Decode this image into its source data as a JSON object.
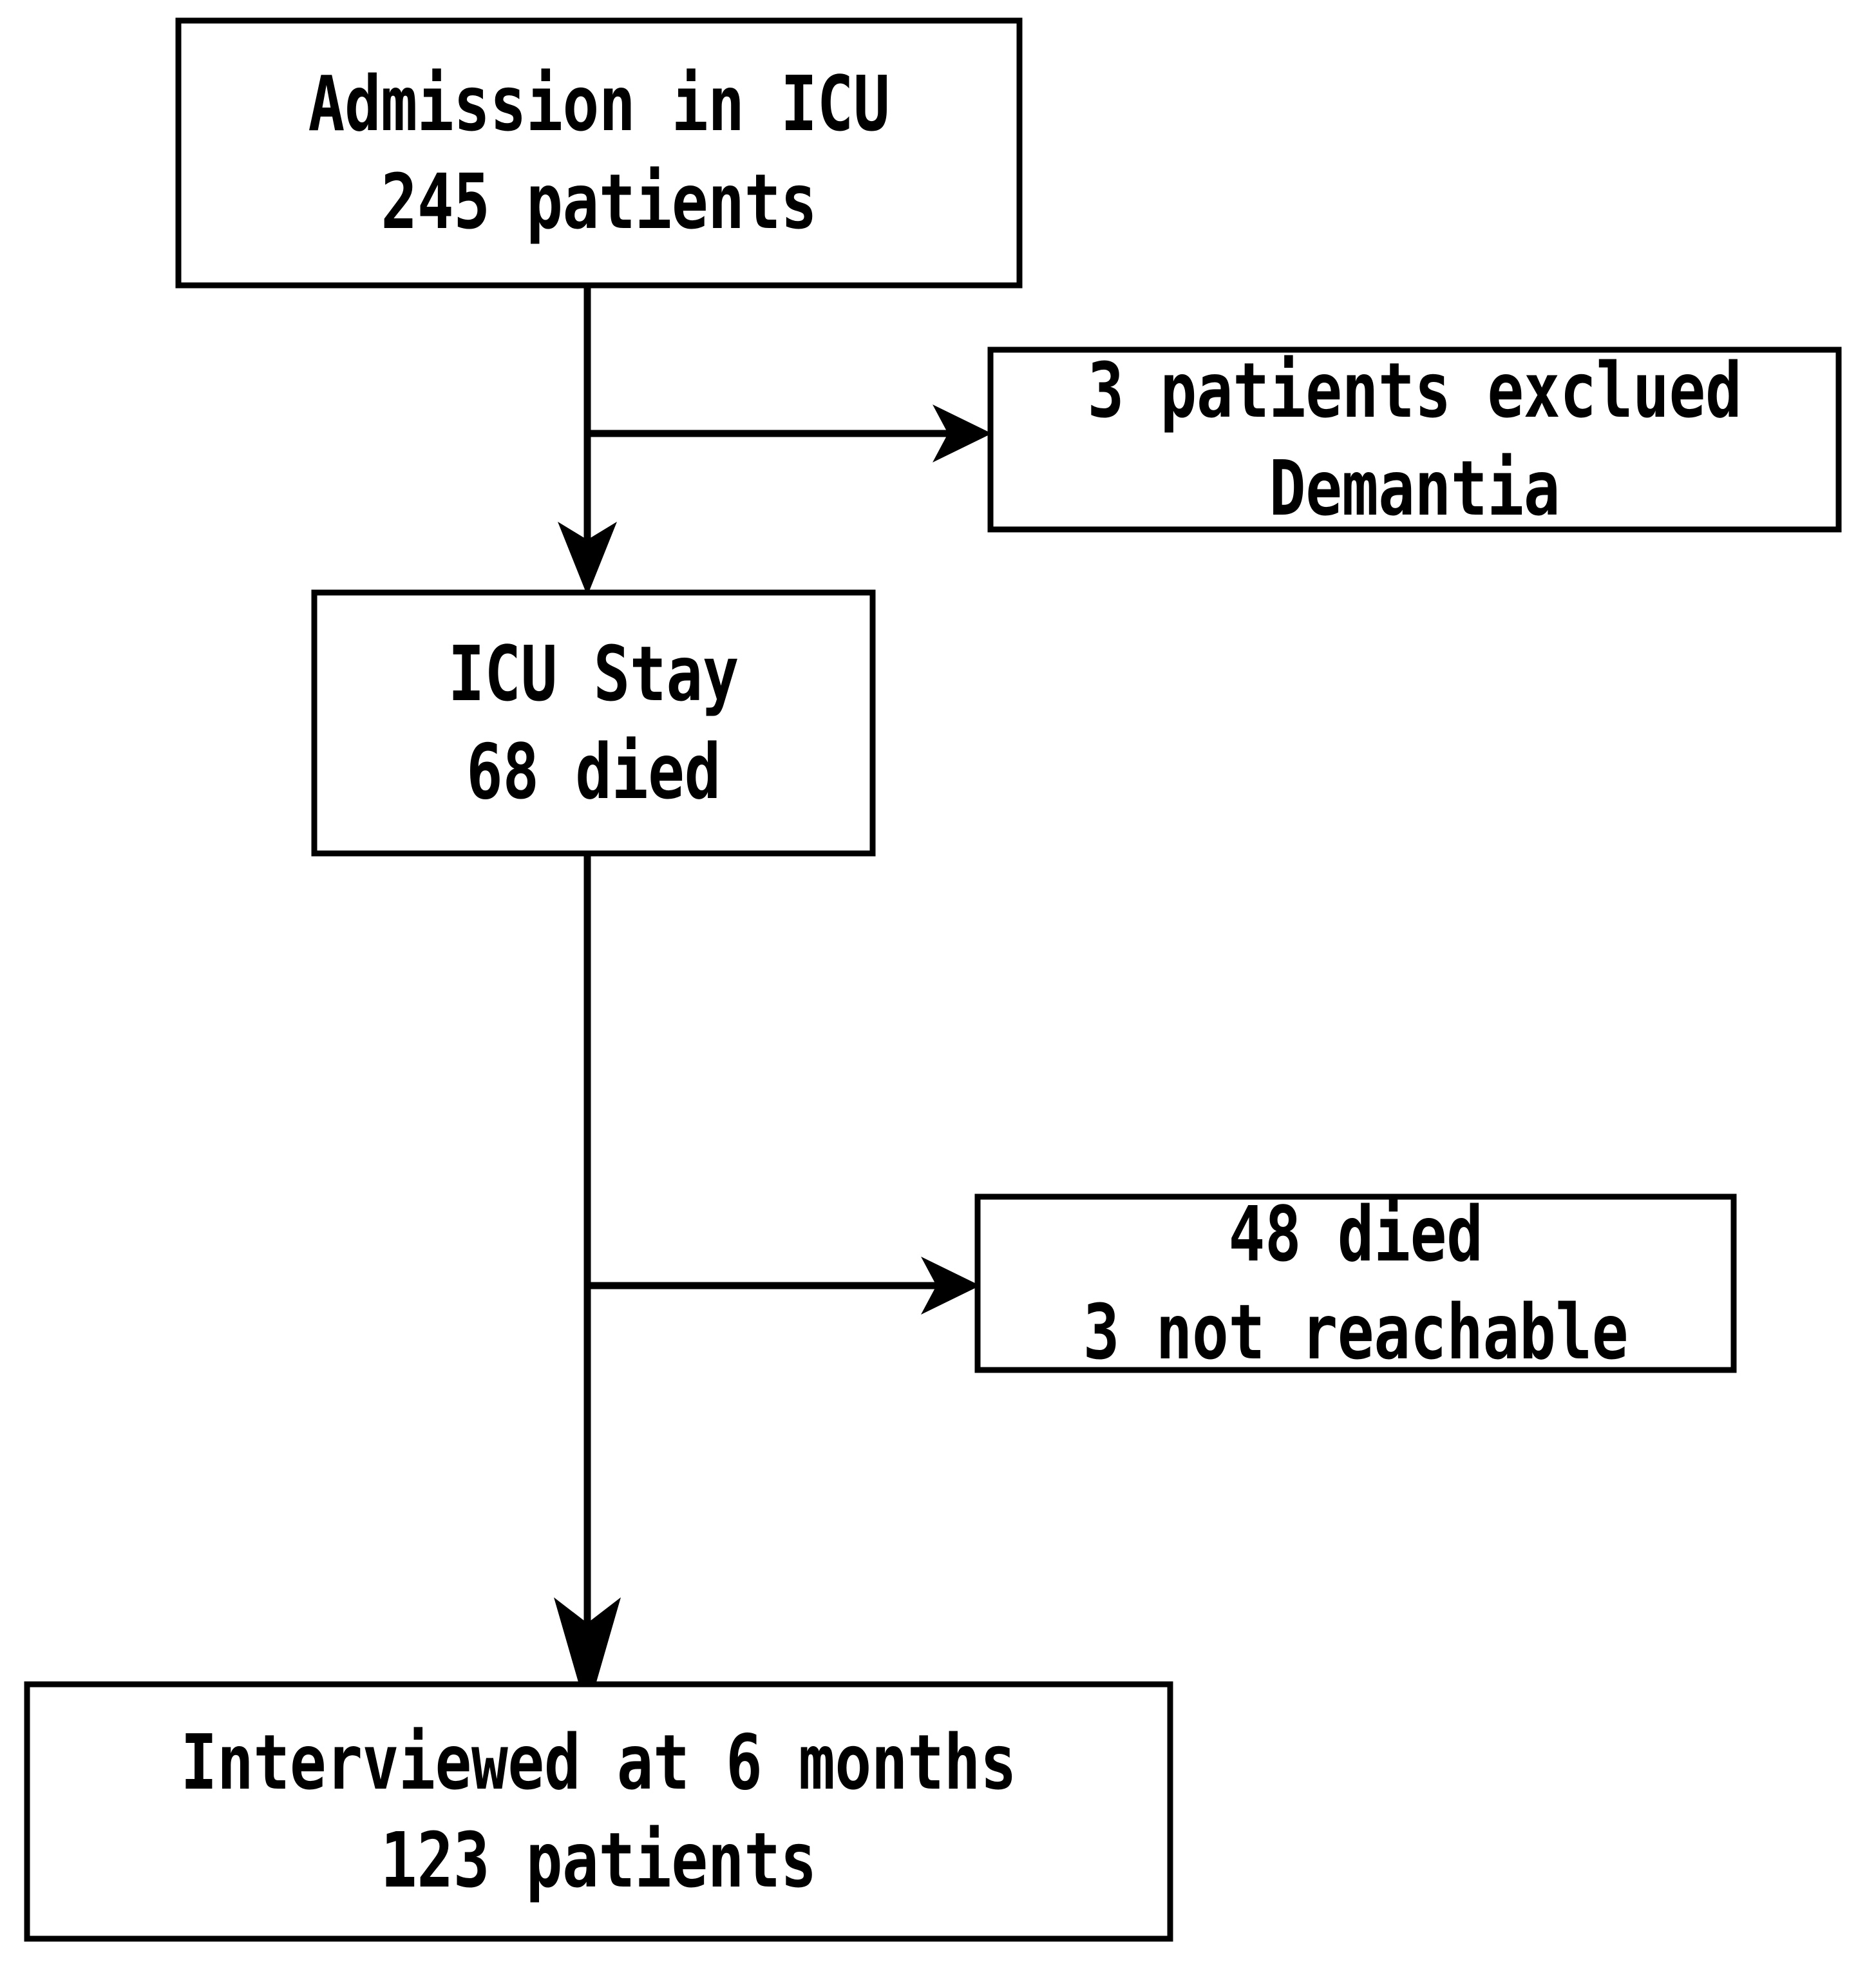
{
  "diagram": {
    "type": "flowchart",
    "title": "ICU patient study flow",
    "orientation": "top-to-bottom",
    "colors": {
      "background": "#ffffff",
      "box_border": "#000000",
      "box_fill": "#ffffff",
      "connector": "#000000",
      "text": "#000000"
    },
    "nodes": [
      {
        "id": "admission",
        "name": "admission-box",
        "line1": "Admission in ICU",
        "line2": "245 patients",
        "count": 245,
        "kind": "enrollment"
      },
      {
        "id": "excluded",
        "name": "excluded-box",
        "line1": "3 patients exclued",
        "line2": "Demantia",
        "count": 3,
        "kind": "exclusion"
      },
      {
        "id": "icustay",
        "name": "icu-stay-box",
        "line1": "ICU Stay",
        "line2": "68 died",
        "count": 68,
        "kind": "stage"
      },
      {
        "id": "losses",
        "name": "followup-losses-box",
        "line1": "48 died",
        "line2": "3 not reachable",
        "count_died": 48,
        "count_not_reachable": 3,
        "kind": "exclusion"
      },
      {
        "id": "interview",
        "name": "interviewed-box",
        "line1": "Interviewed at 6 months",
        "line2": "123 patients",
        "count": 123,
        "kind": "outcome"
      }
    ],
    "edges": [
      {
        "id": "edge-admission-icustay",
        "from": "admission",
        "to": "icustay",
        "style": "vertical-arrow"
      },
      {
        "id": "edge-admission-excluded",
        "from": "admission",
        "to": "excluded",
        "style": "branch-right-arrow"
      },
      {
        "id": "edge-icustay-interview",
        "from": "icustay",
        "to": "interview",
        "style": "vertical-arrow"
      },
      {
        "id": "edge-icustay-losses",
        "from": "icustay",
        "to": "losses",
        "style": "branch-right-arrow"
      }
    ]
  }
}
